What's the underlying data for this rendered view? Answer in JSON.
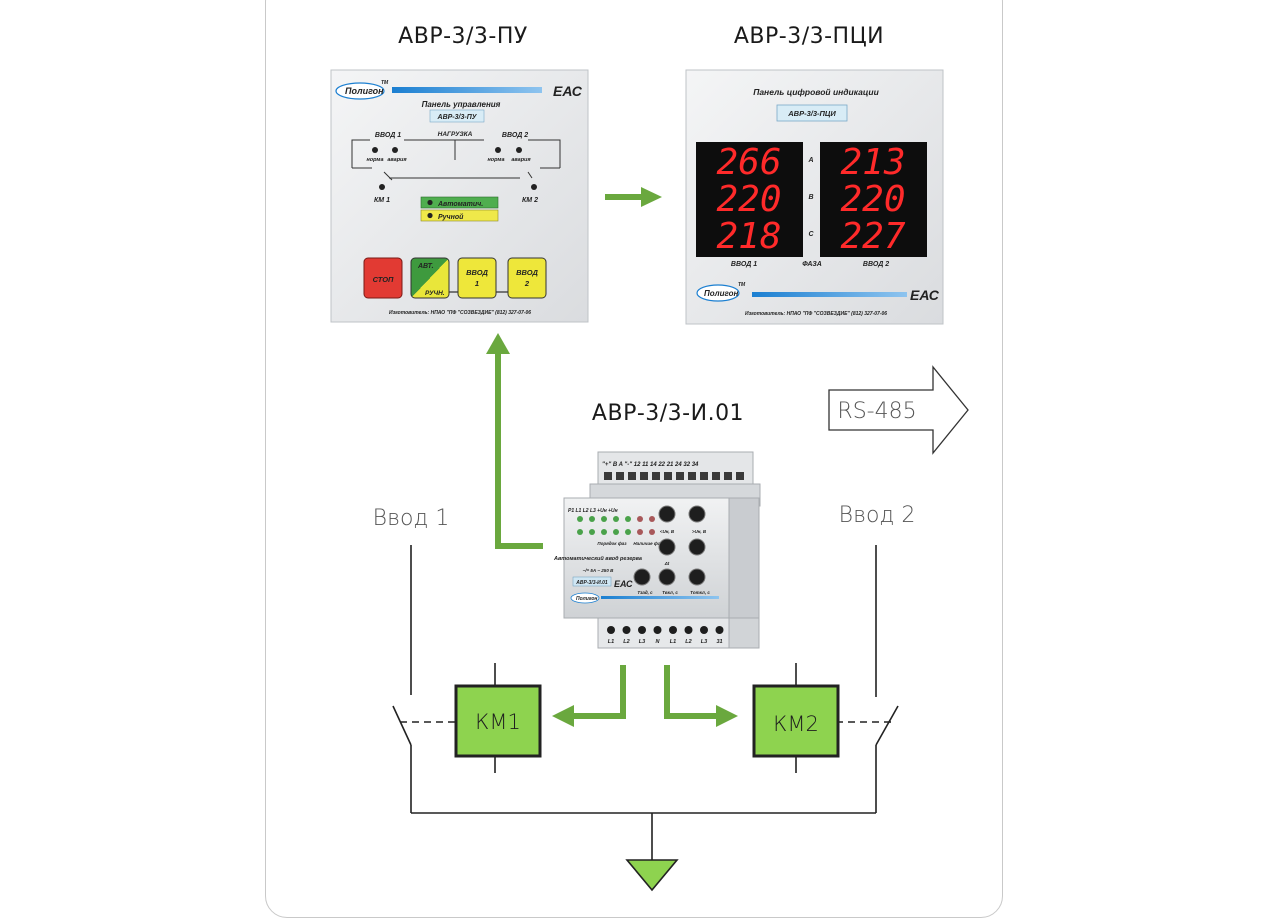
{
  "titles": {
    "pu": "АВР-3/3-ПУ",
    "pci": "АВР-3/3-ПЦИ",
    "main": "АВР-3/3-И.01"
  },
  "rs485": "RS-485",
  "inputs": {
    "left": "Ввод 1",
    "right": "Ввод 2"
  },
  "contactors": {
    "left": "КМ1",
    "right": "КМ2"
  },
  "pu_panel": {
    "brand": "Полигон",
    "tm": "TM",
    "eac": "ЕАС",
    "heading": "Панель управления",
    "model": "АВР-3/3-ПУ",
    "input1": "ВВОД 1",
    "input2": "ВВОД 2",
    "load": "НАГРУЗКА",
    "normal": "норма",
    "fault": "авария",
    "km1": "КМ 1",
    "km2": "КМ 2",
    "auto": "Автоматич.",
    "manual": "Ручной",
    "btn_stop": "СТОП",
    "btn_avt": "АВТ.",
    "btn_ruchn": "РУЧН.",
    "btn_vvod": "ВВОД",
    "btn_1": "1",
    "btn_2": "2",
    "maker": "Изготовитель: НПАО \"ПФ \"СОЗВЕЗДИЕ\" (812) 327-07-06"
  },
  "pci_panel": {
    "heading": "Панель цифровой индикации",
    "model": "АВР-3/3-ПЦИ",
    "input1_values": [
      "266",
      "220",
      "218"
    ],
    "input2_values": [
      "213",
      "220",
      "227"
    ],
    "phases": [
      "A",
      "B",
      "C"
    ],
    "input1": "ВВОД 1",
    "phase": "ФАЗА",
    "input2": "ВВОД 2",
    "brand": "Полигон",
    "tm": "TM",
    "eac": "ЕАС",
    "maker": "Изготовитель: НПАО \"ПФ \"СОЗВЕЗДИЕ\" (812) 327-07-06"
  },
  "device": {
    "top_terminals": "\"+\"  B   A  \"-\"  12  11  14  22  21  24  32  34",
    "row1": "P1  L1  L2  L3  +Uн  +Uн",
    "phase_cut": "Порядок фаз",
    "phase_fault": "Наличие фаз",
    "caption": "Автоматический ввод резерва",
    "rating": "~/= 5А ~ 250 В",
    "model": "АВР-3/3-И.01",
    "eac": "ЕАС",
    "brand": "Полигон",
    "knob_u_min": "<Uн, В",
    "knob_u_max": ">Uн, В",
    "knob_dt": "Δt",
    "knob_ts": "Tзад, с",
    "knob_tv": "Tвкл, с",
    "knob_tot": "Tоткл, с",
    "bottom_terminals": [
      "L1",
      "L2",
      "L3",
      "N",
      "L1",
      "L2",
      "L3",
      "31"
    ]
  },
  "colors": {
    "green_arrow": "#6aa83e",
    "contactor_fill": "#8ed34f",
    "led_red": "#ff2a2a",
    "accent_blue": "#1b7fd1"
  }
}
